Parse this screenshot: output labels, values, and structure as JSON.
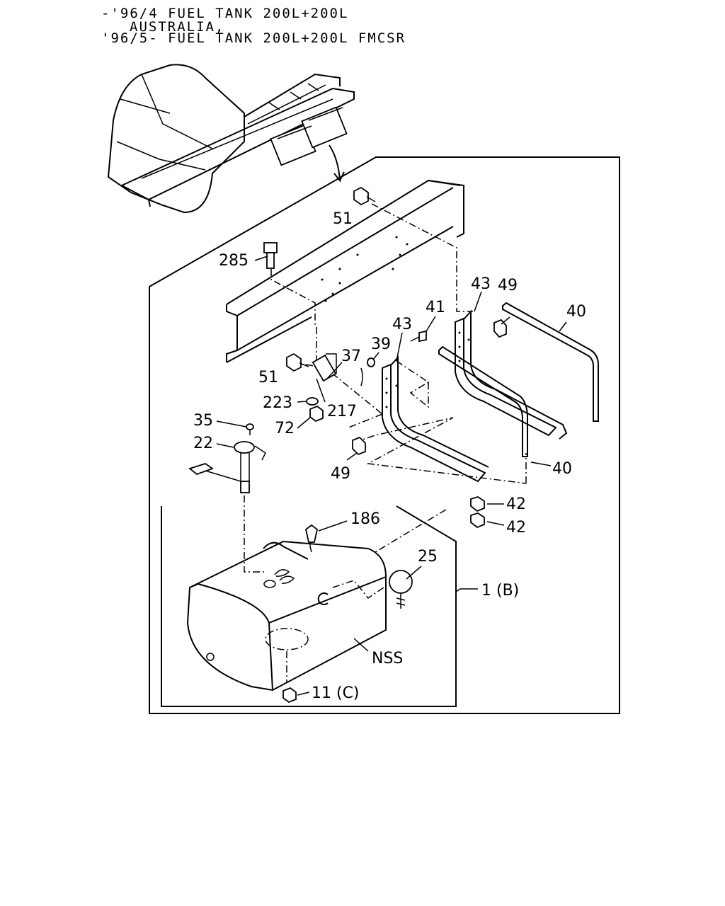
{
  "header": {
    "line1": "-'96/4 FUEL TANK 200L+200L",
    "line2": "AUSTRALIA,",
    "line3": "'96/5- FUEL TANK 200L+200L FMCSR"
  },
  "callouts": {
    "c51a": "51",
    "c285": "285",
    "c43a": "43",
    "c49a": "49",
    "c40a": "40",
    "c41": "41",
    "c43b": "43",
    "c39": "39",
    "c37": "37",
    "c51b": "51",
    "c223": "223",
    "c217": "217",
    "c72": "72",
    "c35": "35",
    "c22": "22",
    "c49b": "49",
    "c40b": "40",
    "c42a": "42",
    "c42b": "42",
    "c186": "186",
    "c25": "25",
    "c1b": "1 (B)",
    "cnss": "NSS",
    "c11c": "11 (C)"
  }
}
